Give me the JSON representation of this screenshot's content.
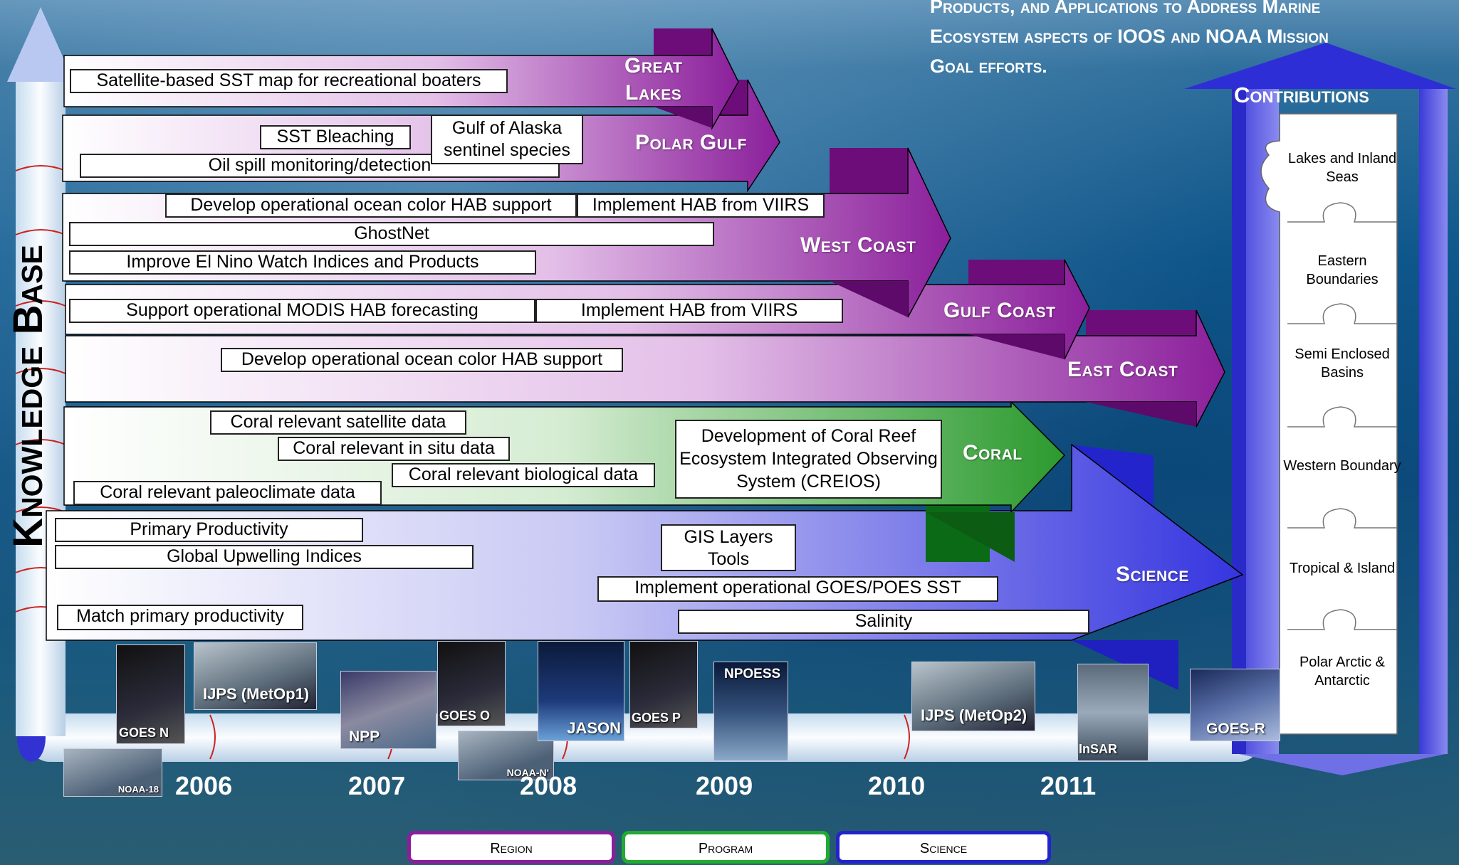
{
  "header": {
    "line1": "Products, and Applications to Address Marine",
    "line2": "Ecosystem aspects of IOOS and NOAA Mission",
    "line3": "Goal efforts."
  },
  "knowledge_base": "Knowledge Base",
  "regions": {
    "great_lakes": {
      "title_1": "Great",
      "title_2": "Lakes",
      "items": [
        "Satellite-based SST map for recreational boaters"
      ]
    },
    "polar_gulf": {
      "title": "Polar Gulf",
      "items": [
        "SST Bleaching",
        "Gulf of Alaska sentinel species",
        "Oil spill monitoring/detection"
      ]
    },
    "west_coast": {
      "title": "West Coast",
      "items": [
        "Develop operational ocean color HAB support",
        "Implement HAB from VIIRS",
        "GhostNet",
        "Improve El Nino Watch Indices and Products"
      ]
    },
    "gulf_coast": {
      "title": "Gulf Coast",
      "items": [
        "Support operational MODIS HAB forecasting",
        "Implement HAB from VIIRS"
      ]
    },
    "east_coast": {
      "title": "East Coast",
      "items": [
        "Develop operational ocean color HAB support"
      ]
    }
  },
  "program": {
    "coral": {
      "title": "Coral",
      "items": [
        "Coral relevant satellite data",
        "Coral relevant in situ data",
        "Coral relevant biological data",
        "Coral relevant paleoclimate data",
        "Development of Coral Reef Ecosystem Integrated Observing System (CREIOS)"
      ]
    }
  },
  "science": {
    "title": "Science",
    "items": [
      "Primary Productivity",
      "Global Upwelling Indices",
      "Match primary productivity",
      "GIS Layers Tools",
      "Implement operational GOES/POES SST",
      "Salinity"
    ]
  },
  "contributions": {
    "title": "Contributions",
    "pieces": [
      "Lakes and Inland Seas",
      "Eastern Boundaries",
      "Semi Enclosed Basins",
      "Western Boundary",
      "Tropical & Island",
      "Polar Arctic & Antarctic"
    ]
  },
  "timeline": {
    "years": [
      "2006",
      "2007",
      "2008",
      "2009",
      "2010",
      "2011"
    ],
    "satellites": [
      "GOES N",
      "IJPS (MetOp1)",
      "NOAA-18",
      "NPP",
      "GOES O",
      "NOAA-N'",
      "JASON",
      "GOES P",
      "NPOESS",
      "IJPS (MetOp2)",
      "InSAR",
      "GOES-R"
    ]
  },
  "legend": {
    "region": "Region",
    "program": "Program",
    "science": "Science"
  },
  "colors": {
    "region": "#7a1a86",
    "program": "#1a8a2a",
    "science": "#2222cc"
  }
}
